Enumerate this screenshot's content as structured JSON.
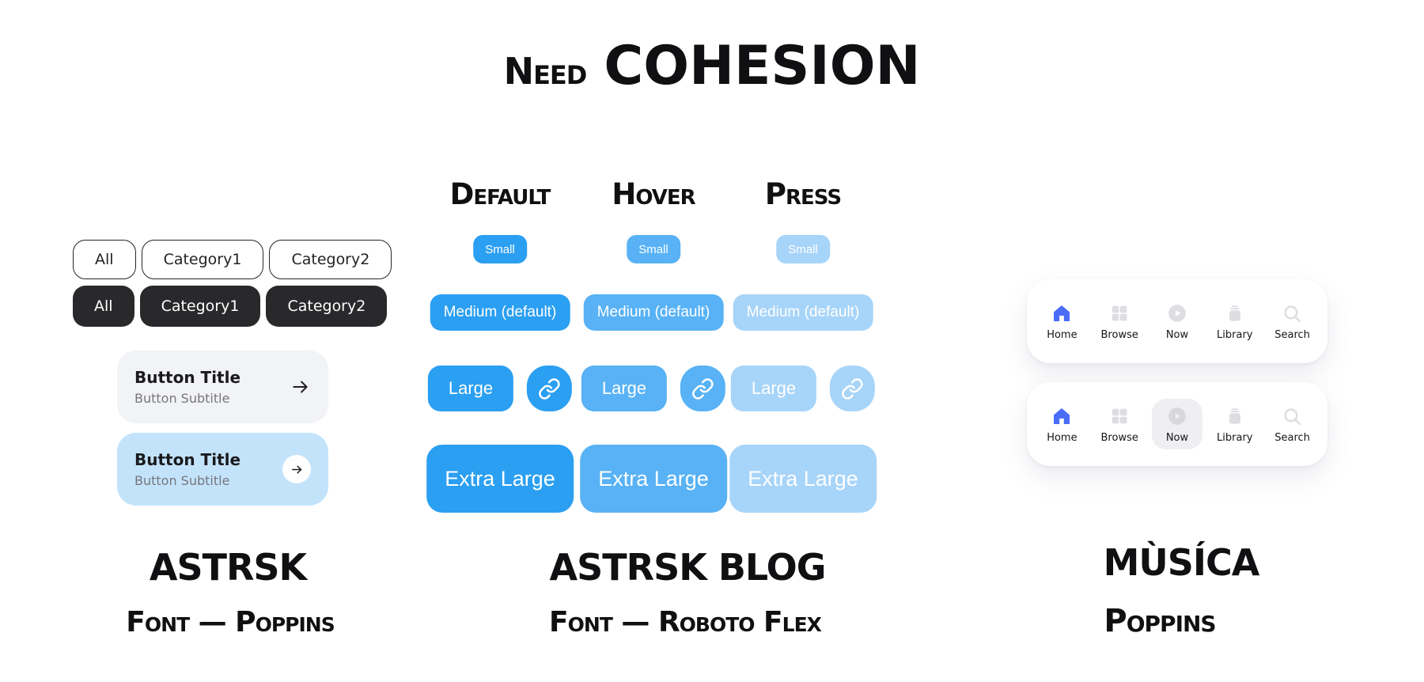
{
  "title": {
    "part1": "Need",
    "part2": "COHESION"
  },
  "chips": {
    "light": {
      "items": [
        "All",
        "Category1",
        "Category2"
      ]
    },
    "dark": {
      "items": [
        "All",
        "Category1",
        "Category2"
      ]
    }
  },
  "cards": {
    "gray": {
      "title": "Button Title",
      "subtitle": "Button Subtitle",
      "icon": "arrow-right-icon"
    },
    "blue": {
      "title": "Button Title",
      "subtitle": "Button Subtitle",
      "icon": "arrow-right-icon"
    }
  },
  "button_matrix": {
    "columns": [
      {
        "header": "Default",
        "color": "#2b9ff2",
        "small": "Small",
        "medium": "Medium (default)",
        "large": "Large",
        "icon": "link-icon",
        "xl": "Extra Large"
      },
      {
        "header": "Hover",
        "color": "#58b2f5",
        "small": "Small",
        "medium": "Medium (default)",
        "large": "Large",
        "icon": "link-icon",
        "xl": "Extra Large"
      },
      {
        "header": "Press",
        "color": "#a7d4f9",
        "small": "Small",
        "medium": "Medium (default)",
        "large": "Large",
        "icon": "link-icon",
        "xl": "Extra Large"
      }
    ]
  },
  "nav": {
    "active_color": "#4a6cf7",
    "inactive_icon_color": "#dedee2",
    "pressed_item": "Now",
    "items": [
      {
        "label": "Home",
        "icon": "home-icon"
      },
      {
        "label": "Browse",
        "icon": "browse-icon"
      },
      {
        "label": "Now",
        "icon": "now-playing-icon"
      },
      {
        "label": "Library",
        "icon": "library-icon"
      },
      {
        "label": "Search",
        "icon": "search-icon"
      }
    ]
  },
  "footer": {
    "left": {
      "name": "ASTRSK",
      "font": "Font — Poppins"
    },
    "center": {
      "name": "ASTRSK BLOG",
      "font": "Font — Roboto Flex"
    },
    "right": {
      "name": "MÙSÍCA",
      "font": "Poppins"
    }
  }
}
